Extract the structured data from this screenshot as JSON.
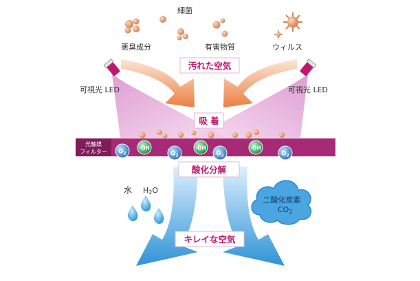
{
  "labels": {
    "saikin": "細菌",
    "akushu": "悪臭成分",
    "yugai": "有害物質",
    "virus": "ウィルス",
    "yogoreta": "汚れた空気",
    "led_left": "可視光 LED",
    "led_right": "可視光 LED",
    "kyuchaku": "吸 着",
    "filter_line1": "光触媒",
    "filter_line2": "フィルター",
    "sanka": "酸化分解",
    "mizu": "水",
    "h2o": "H",
    "h2o_sub": "2",
    "h2o_tail": "O",
    "co2_line1": "二酸化炭素",
    "co2": "CO",
    "co2_sub": "2",
    "kirei": "キレイな空気"
  },
  "molecules": [
    {
      "symbol": "O",
      "sub": "2"
    },
    {
      "symbol": "·OH",
      "sub": ""
    },
    {
      "symbol": "O",
      "sub": "2"
    },
    {
      "symbol": "·OH",
      "sub": ""
    },
    {
      "symbol": "O",
      "sub": "2"
    },
    {
      "symbol": "·OH",
      "sub": ""
    },
    {
      "symbol": "O",
      "sub": "2"
    }
  ],
  "colors": {
    "band": "#a62a76",
    "pink_beam": "#e3b4d8",
    "label_text": "#c0186e",
    "orange_arrow": "#ee8a50",
    "blue_arrow": "#3fa2dd",
    "particle": "#e8a272",
    "o2_ball": "#3d7fc7",
    "oh_ball": "#2f9a55"
  }
}
